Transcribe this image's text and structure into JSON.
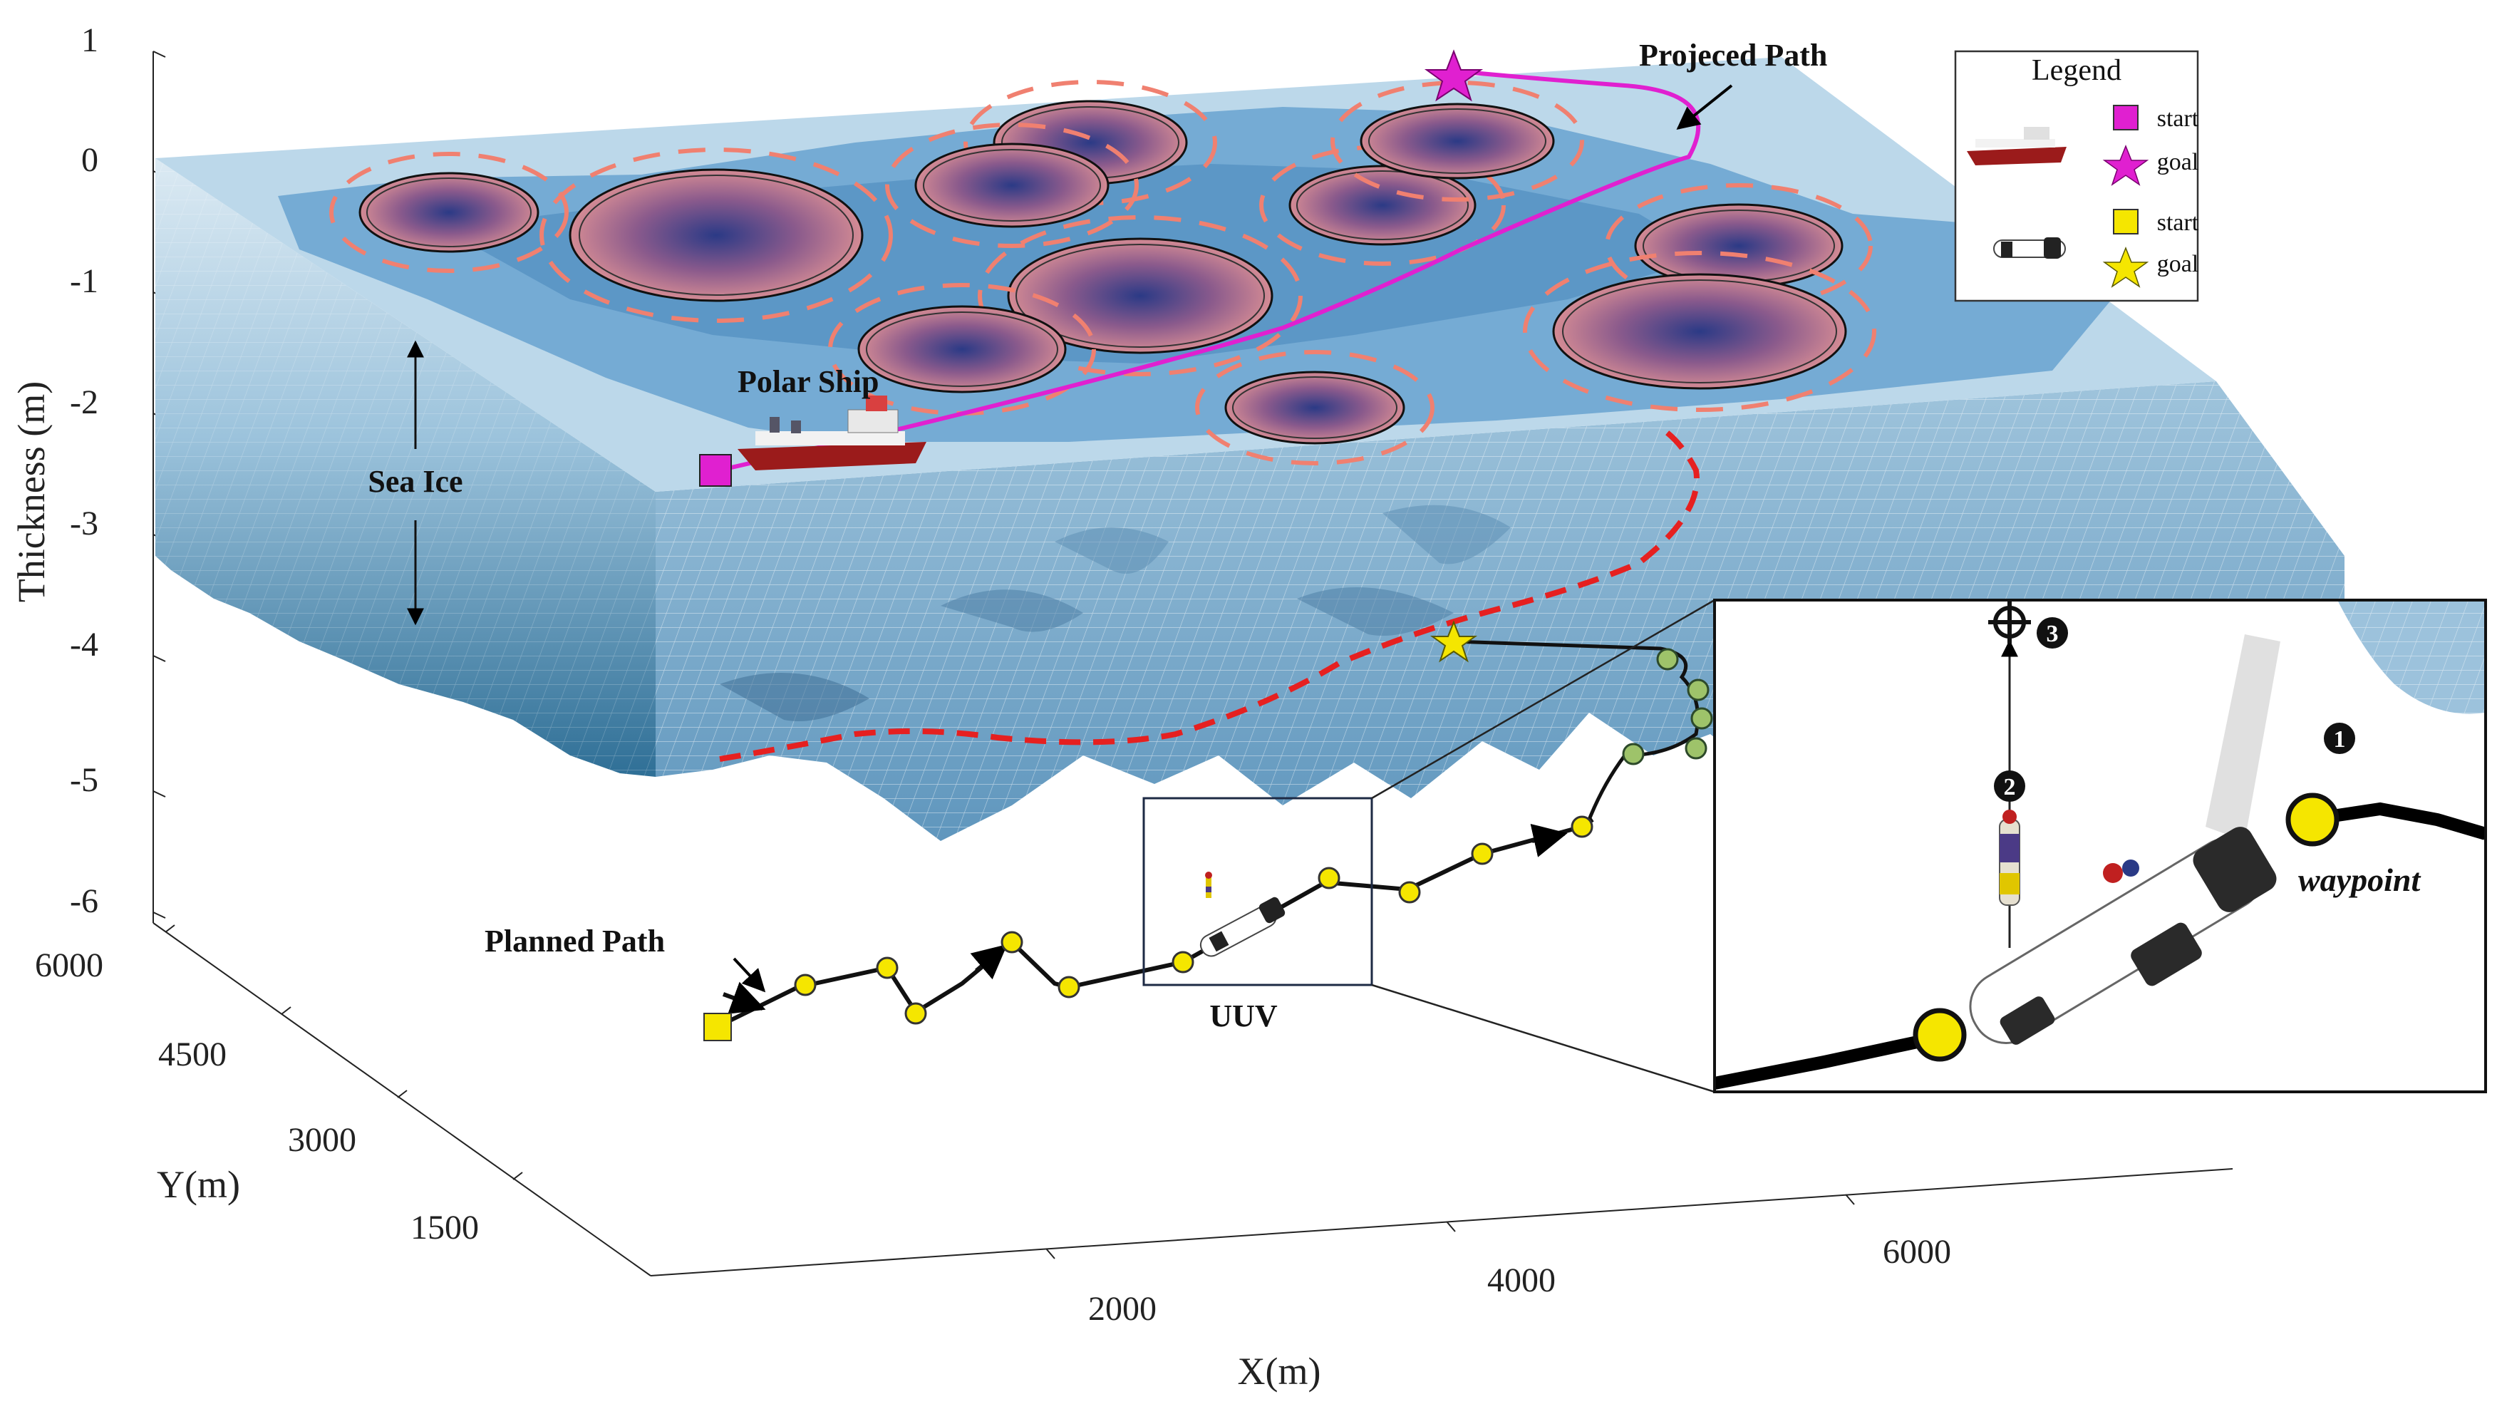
{
  "axes": {
    "z_label": "Thickness (m)",
    "y_label": "Y(m)",
    "x_label": "X(m)",
    "z_ticks": [
      "1",
      "0",
      "-1",
      "-2",
      "-3",
      "-4",
      "-5",
      "-6"
    ],
    "y_ticks": [
      "6000",
      "4500",
      "3000",
      "1500"
    ],
    "x_ticks": [
      "2000",
      "4000",
      "6000"
    ]
  },
  "labels": {
    "projected_path": "Projeced Path",
    "polar_ship": "Polar Ship",
    "sea_ice": "Sea Ice",
    "planned_path": "Planned Path",
    "uuv": "UUV",
    "waypoint": "waypoint"
  },
  "legend": {
    "title": "Legend",
    "ship_start": "start",
    "ship_goal": "goal",
    "uuv_start": "start",
    "uuv_goal": "goal"
  },
  "callouts": {
    "one": "1",
    "two": "2",
    "three": "3"
  },
  "colors": {
    "ship_marker": "#e020d0",
    "uuv_marker": "#f5e600",
    "projected_path": "#e020d0",
    "ice_edge_path": "#e62020",
    "ice_plane": "#b9d7ea",
    "ice_blue": "#4f90c4",
    "ellipse_fill": "#c46a7a"
  },
  "icons": [
    "ship-icon",
    "uuv-icon",
    "target-icon",
    "buoy-icon"
  ]
}
